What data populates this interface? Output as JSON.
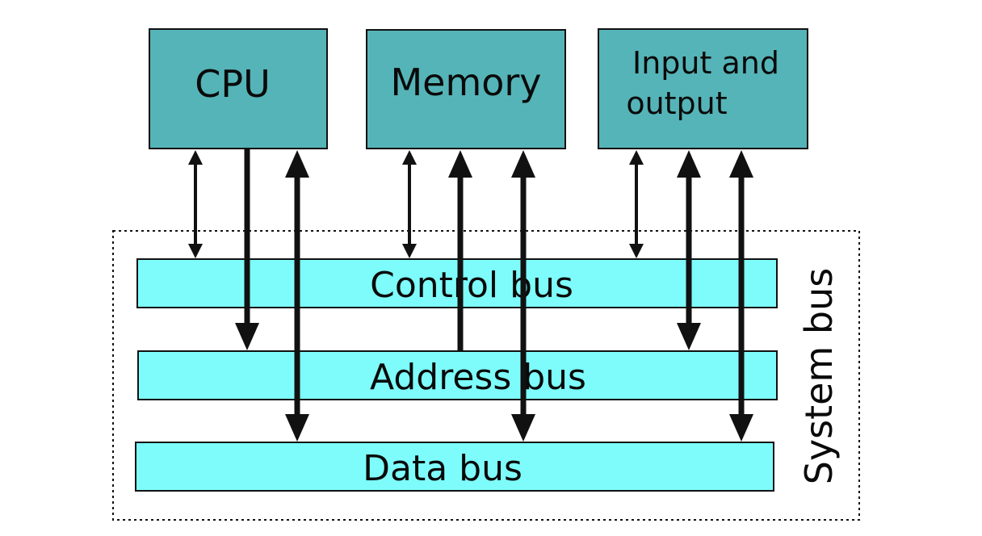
{
  "components": {
    "cpu": {
      "label": "CPU"
    },
    "memory": {
      "label": "Memory"
    },
    "io": {
      "label_line1": "Input and",
      "label_line2": "output"
    }
  },
  "buses": {
    "control": {
      "label": "Control bus"
    },
    "address": {
      "label": "Address bus"
    },
    "data": {
      "label": "Data bus"
    }
  },
  "group": {
    "label": "System bus"
  },
  "colors": {
    "component_fill": "#55b4b8",
    "bus_fill": "#7efcfc",
    "stroke": "#111111"
  }
}
